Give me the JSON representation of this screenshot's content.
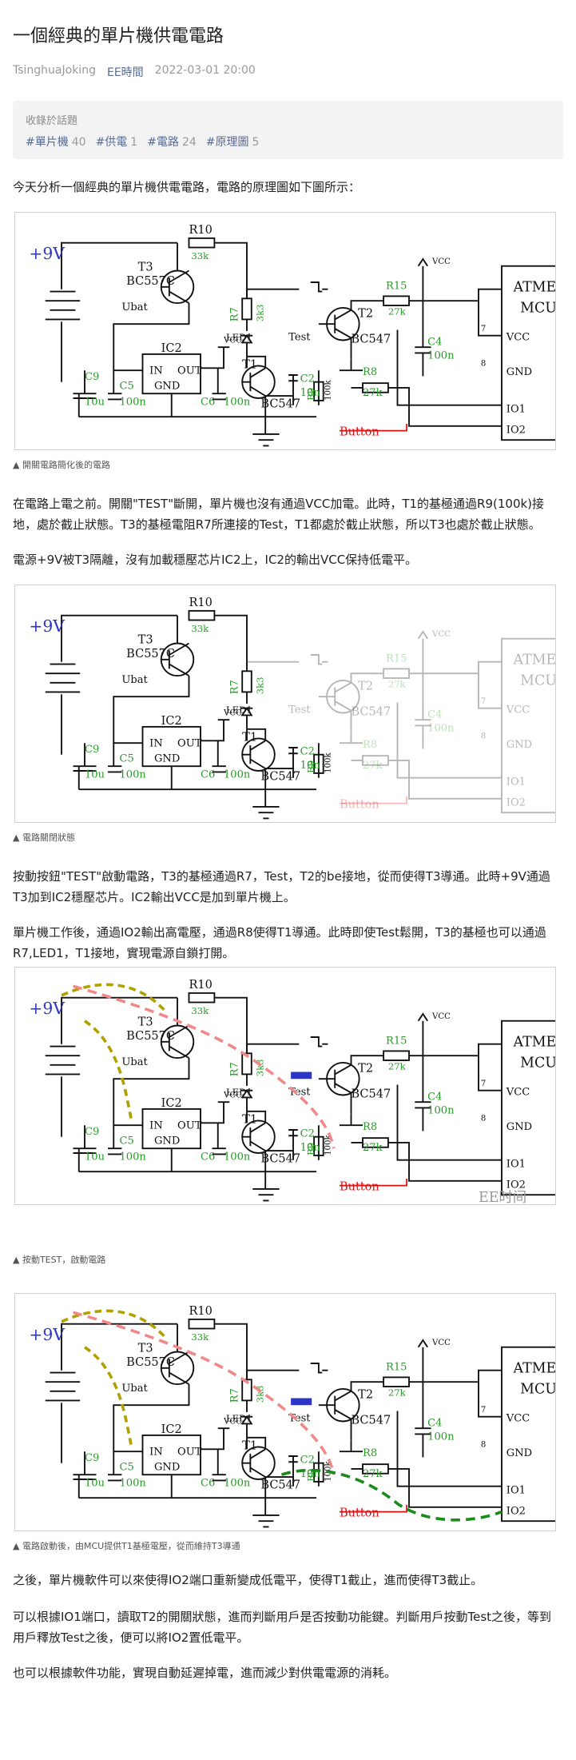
{
  "article": {
    "title": "一個經典的單片機供電電路",
    "author": "TsinghuaJoking",
    "source": "EE時間",
    "date": "2022-03-01 20:00"
  },
  "topics": {
    "header": "收錄於話題",
    "tags": [
      {
        "label": "#單片機",
        "count": "40"
      },
      {
        "label": "#供電",
        "count": "1"
      },
      {
        "label": "#電路",
        "count": "24"
      },
      {
        "label": "#原理圖",
        "count": "5"
      }
    ]
  },
  "paragraphs": {
    "intro": "今天分析一個經典的單片機供電電路，電路的原理圖如下圖所示：",
    "p1": "在電路上電之前。開關\"TEST\"斷開，單片機也沒有通過VCC加電。此時，T1的基極通過R9(100k)接地，處於截止狀態。T3的基極電阻R7所連接的Test，T1都處於截止狀態，所以T3也處於截止狀態。",
    "p2": "電源+9V被T3隔離，沒有加載穩壓芯片IC2上，IC2的輸出VCC保持低電平。",
    "p3": "按動按鈕\"TEST\"啟動電路，T3的基極通過R7，Test，T2的be接地，從而使得T3導通。此時+9V通過T3加到IC2穩壓芯片。IC2輸出VCC是加到單片機上。",
    "p4": "單片機工作後，通過IO2輸出高電壓，通過R8使得T1導通。此時即使Test鬆開，T3的基極也可以通過R7,LED1，T1接地，實現電源自鎖打開。",
    "p5": "之後，單片機軟件可以來使得IO2端口重新變成低電平，使得T1截止，進而使得T3截止。",
    "p6": "可以根據IO1端口，讀取T2的開關狀態，進而判斷用戶是否按動功能鍵。判斷用戶按動Test之後，等到用戶釋放Test之後，便可以將IO2置低電平。",
    "p7": "也可以根據軟件功能，實現自動延遲掉電，進而減少對供電電源的消耗。"
  },
  "captions": {
    "fig1": "▲ 開關電路簡化後的電路",
    "fig2": "▲ 電路關閉狀態",
    "fig3": "▲ 按動TEST，啟動電路",
    "fig4": "▲ 電路啟動後，由MCU提供T1基極電壓，從而維持T3導通"
  },
  "circuit": {
    "vplus": "+9V",
    "r10": "R10",
    "r10v": "33k",
    "t3": "T3",
    "t3m": "BC557C",
    "ubat": "Ubat",
    "r7": "R7",
    "r7v": "3k3",
    "led1": "LED1",
    "test": "Test",
    "t2": "T2",
    "t2m": "BC547",
    "r15": "R15",
    "r15v": "27k",
    "vcc": "VCC",
    "c4": "C4",
    "c4v": "100n",
    "ic2": "IC2",
    "in": "IN",
    "out": "OUT",
    "gnd": "GND",
    "c9": "C9",
    "c9v": "10u",
    "c5": "C5",
    "c5v": "100n",
    "c6": "C6",
    "c6v": "100n",
    "t1": "T1",
    "t1m": "BC547",
    "c2": "C2",
    "c2v": "10n",
    "r9": "R9",
    "r9v": "100k",
    "r8": "R8",
    "r8v": "27k",
    "button": "Button",
    "mcu1": "ATMEGA",
    "mcu2": "MCU",
    "pvcc": "VCC",
    "pgnd": "GND",
    "pio1": "IO1",
    "pio2": "IO2",
    "pin7": "7",
    "pin8": "8"
  },
  "watermark": "EE时间",
  "colors": {
    "link": "#576b95",
    "green": "#2a9a2a",
    "blue": "#2b36c6",
    "red": "#d11",
    "pink": "#f08a8a",
    "olive": "#b0a000",
    "dkgreen": "#1a8a1a"
  }
}
